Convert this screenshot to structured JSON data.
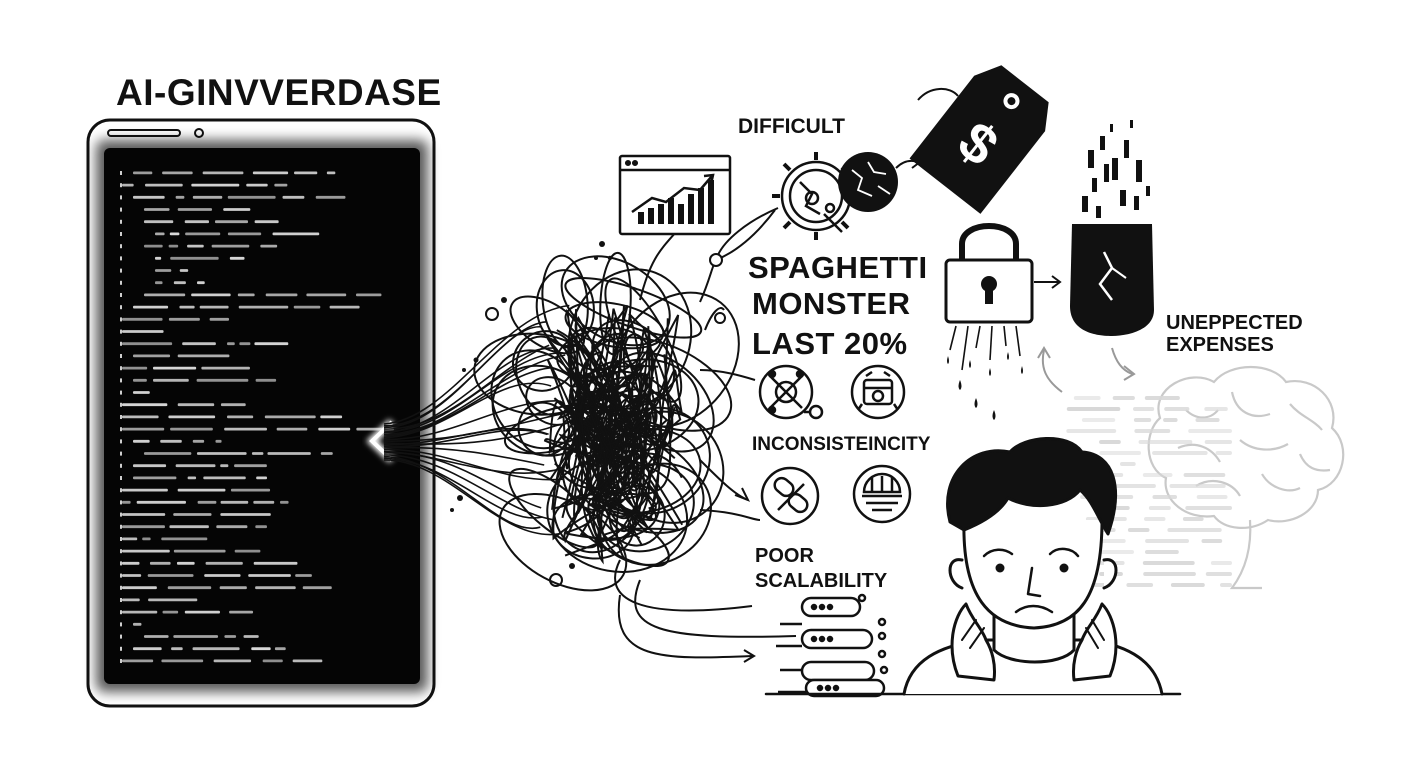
{
  "title": "AI-GINVVERDASE",
  "labels": {
    "difficult": "DIFFICULT",
    "spaghetti": "SPAGHETTI",
    "monster": "MONSTER",
    "last": "LAST 20%",
    "inconsistency": "INCONSISTEINCITY",
    "poor": "POOR",
    "scalability": "SCALABILITY",
    "unexpected_1": "UNEPPECTED",
    "unexpected_2": "EXPENSES"
  },
  "icons": {
    "price_tag": "dollar-price-tag-icon",
    "price_symbol": "$",
    "chart": "growth-chart-window-icon",
    "gear": "broken-gear-icon",
    "lock": "padlock-icon",
    "shattered": "shattered-object-icon",
    "brain": "brain-icon",
    "person": "stressed-developer-icon",
    "servers": "server-stack-icon"
  },
  "colors": {
    "ink": "#111111",
    "screen": "#050505",
    "code_text": "#d8d8d8",
    "paper": "#ffffff",
    "faded_brain": "#c9c9c9"
  }
}
